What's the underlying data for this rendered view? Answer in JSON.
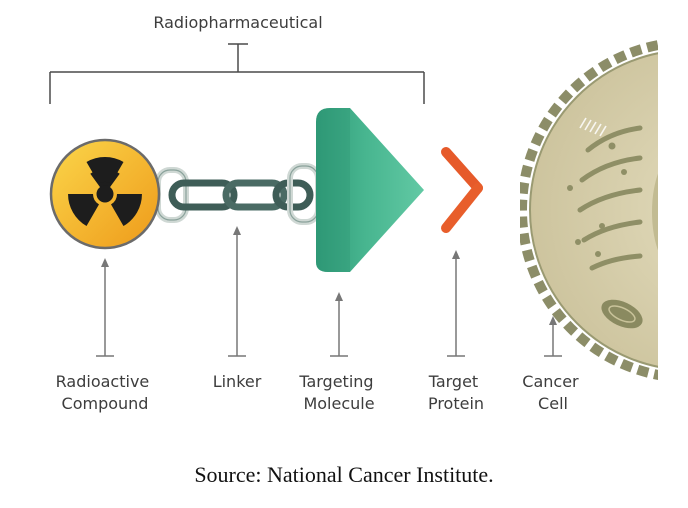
{
  "title": "Radiopharmaceutical",
  "labels": {
    "radioactive": [
      "Radioactive",
      "Compound"
    ],
    "linker": [
      "Linker"
    ],
    "targeting": [
      "Targeting",
      "Molecule"
    ],
    "target_protein": [
      "Target",
      "Protein"
    ],
    "cancer_cell": [
      "Cancer",
      "Cell"
    ]
  },
  "source": "Source: National Cancer Institute.",
  "colors": {
    "outline": "#4a4a4a",
    "radiation_yellow": "#f6c21c",
    "radiation_orange": "#e8951c",
    "linker_dark": "#3e5d57",
    "linker_light": "#cfd8d4",
    "targeting_green": "#4cbf9a",
    "targeting_dark": "#2e8e6f",
    "protein_orange": "#e8562a",
    "protein_red": "#d4223a",
    "cell_fill": "#d4ccaa",
    "cell_border": "#8c8d68",
    "nucleus": "#b8b38a"
  }
}
